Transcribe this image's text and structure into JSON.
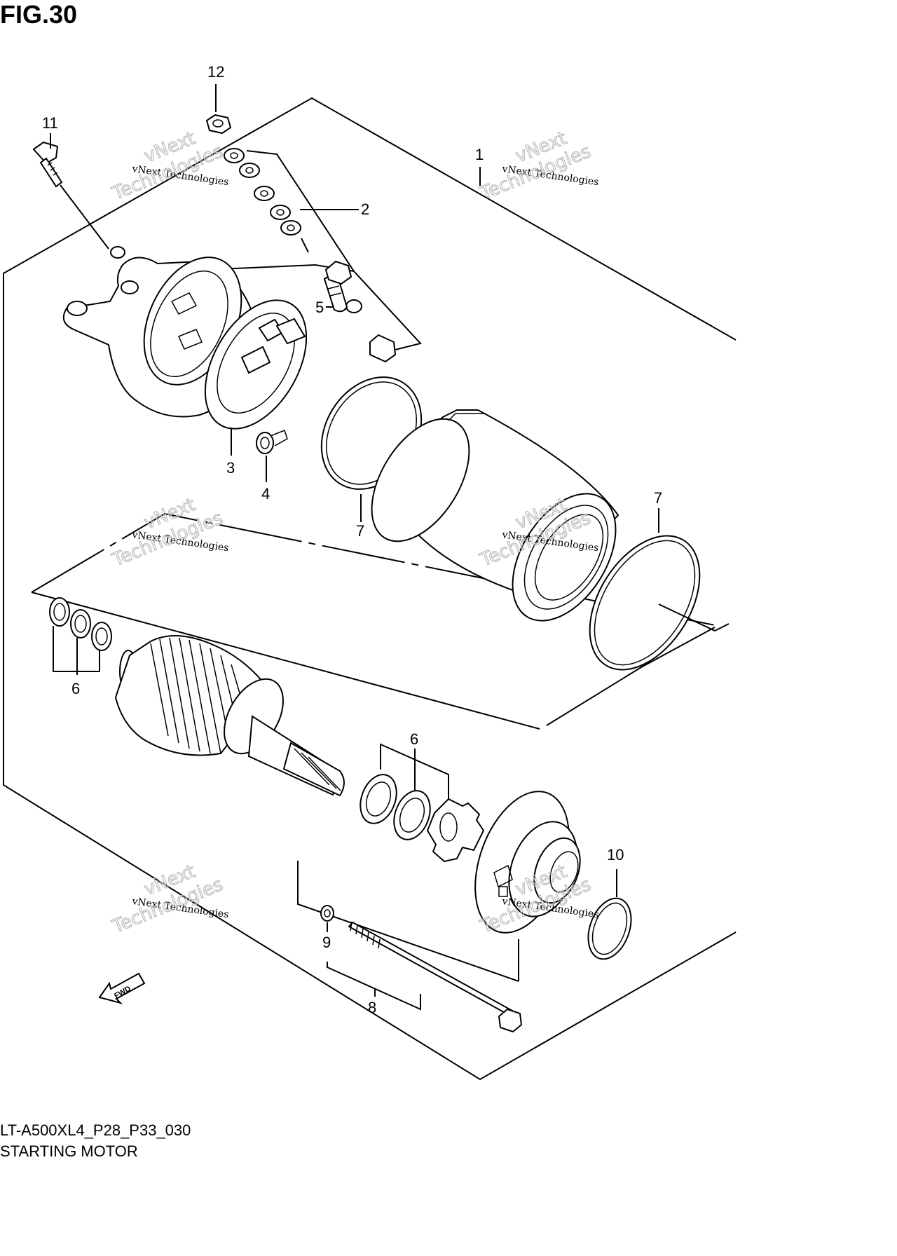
{
  "figure": {
    "title": "FIG.30"
  },
  "caption": {
    "code": "LT-A500XL4_P28_P33_030",
    "name": "STARTING MOTOR"
  },
  "watermark": {
    "line1": "vNext Technologies",
    "line2": "vNext",
    "line3": "Technologies"
  },
  "direction_badge": "FWD",
  "callouts": [
    {
      "id": "1",
      "part": "starter-motor-assembly"
    },
    {
      "id": "2",
      "part": "washer-set"
    },
    {
      "id": "3",
      "part": "brush-holder"
    },
    {
      "id": "4",
      "part": "bearing"
    },
    {
      "id": "5",
      "part": "o-ring-small"
    },
    {
      "id": "6",
      "part": "washer-set"
    },
    {
      "id": "7",
      "part": "o-ring"
    },
    {
      "id": "7",
      "part": "o-ring"
    },
    {
      "id": "6",
      "part": "washer-set"
    },
    {
      "id": "8",
      "part": "through-bolt-set"
    },
    {
      "id": "9",
      "part": "o-ring-bolt"
    },
    {
      "id": "10",
      "part": "o-ring"
    },
    {
      "id": "11",
      "part": "bolt"
    },
    {
      "id": "12",
      "part": "nut"
    }
  ]
}
